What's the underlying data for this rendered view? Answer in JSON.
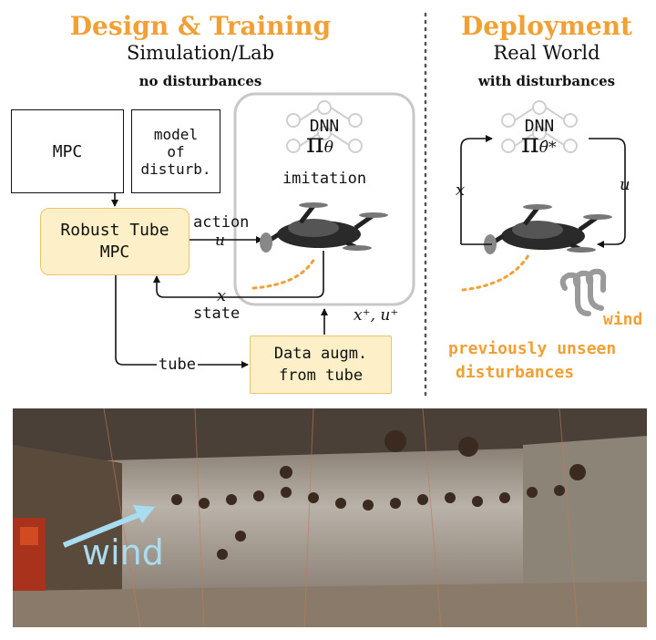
{
  "left": {
    "title": "Design & Training",
    "subtitle": "Simulation/Lab",
    "condition": "no disturbances",
    "mpc_box": "MPC",
    "model_box": [
      "model",
      "of",
      "disturb."
    ],
    "robust_box": [
      "Robust Tube",
      "MPC"
    ],
    "dnn_label": "DNN",
    "policy_symbol": "π",
    "policy_sub": "θ",
    "imitation_label": "imitation",
    "action_label": "action",
    "u_label": "u",
    "x_label": "x",
    "state_label": "state",
    "tube_label": "tube",
    "augm_box": [
      "Data augm.",
      "from tube"
    ],
    "xplus_label": "x⁺, u⁺"
  },
  "right": {
    "title": "Deployment",
    "subtitle": "Real World",
    "condition": "with disturbances",
    "dnn_label": "DNN",
    "policy_symbol": "π",
    "policy_sub": "θ̂*",
    "x_label": "x",
    "u_label": "u",
    "wind_label": "wind",
    "unseen_line1": "previously unseen",
    "unseen_line2": "disturbances"
  },
  "photo": {
    "wind_label": "wind"
  },
  "colors": {
    "accent_orange": "#f0a035",
    "box_yellow": "#fdf0c8",
    "box_yellow_border": "#e9c46a",
    "gray_frame": "#bdbdbd",
    "wind_arrow": "#a8dcf0"
  }
}
